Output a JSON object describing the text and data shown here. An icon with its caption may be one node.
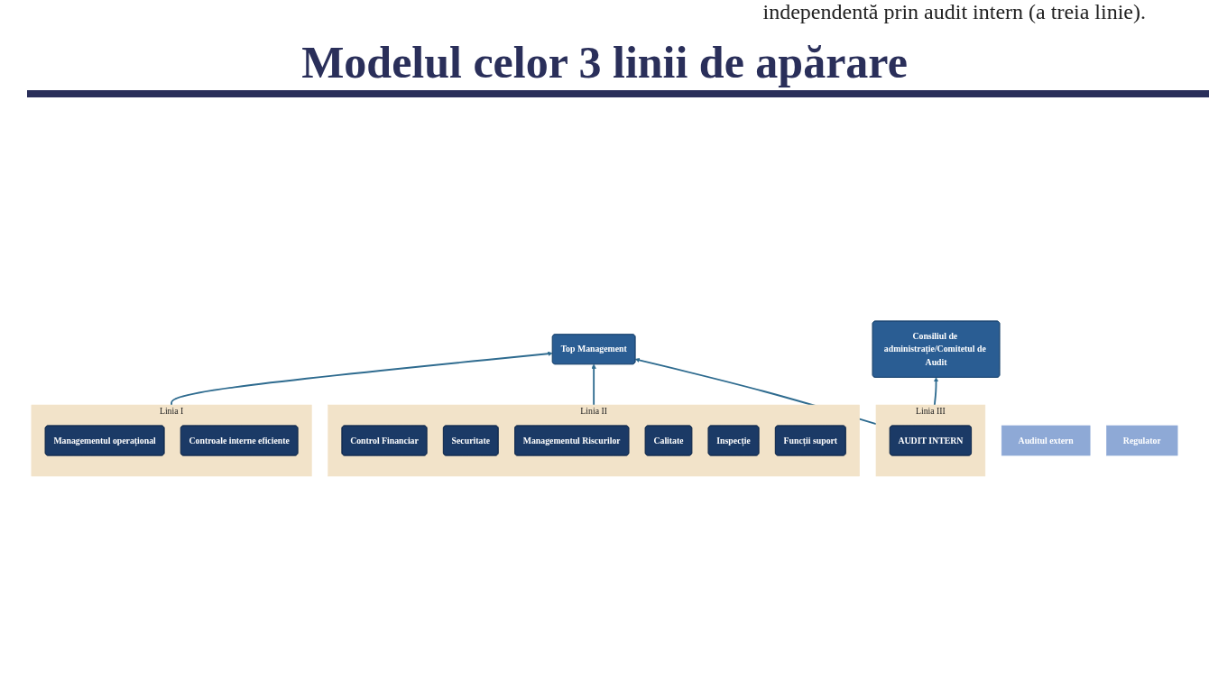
{
  "diagram": {
    "title": "Modelul celor 3 linii de apărare",
    "nodes": [
      {
        "text": [
          "Consiliul de administrație/Comitetul de Audit"
        ]
      },
      {
        "text": [
          "Top Management"
        ]
      },
      {
        "text": [
          "Linia I"
        ]
      },
      {
        "text": [
          "Managementul operațional"
        ],
        "in": 2
      },
      {
        "text": [
          "Controale interne eficiente"
        ],
        "in": 2
      },
      {
        "text": [
          "Linia II"
        ]
      },
      {
        "text": [
          "Control Financiar"
        ],
        "in": 5
      },
      {
        "text": [
          "Securitate"
        ],
        "in": 5
      },
      {
        "text": [
          "Managementul Riscurilor"
        ],
        "in": 5
      },
      {
        "text": [
          "Calitate"
        ],
        "in": 5
      },
      {
        "text": [
          "Inspecție"
        ],
        "in": 5
      },
      {
        "text": [
          "Funcții suport"
        ],
        "in": 5
      },
      {
        "text": [
          "Linia III"
        ]
      },
      {
        "text": [
          "AUDIT INTERN"
        ],
        "in": 12
      },
      {
        "text": [
          "Auditul extern"
        ]
      },
      {
        "text": [
          "Regulator"
        ]
      }
    ],
    "edges": [
      {
        "from": 2,
        "to": 1,
        "arrow": "to"
      },
      {
        "from": 5,
        "to": 1,
        "arrow": "to"
      },
      {
        "from": 12,
        "to": 1,
        "arrow": "to"
      },
      {
        "from": 12,
        "to": 0,
        "arrow": "to"
      }
    ],
    "labels": [
      "independentă prin audit intern (a treia linie)."
    ]
  }
}
